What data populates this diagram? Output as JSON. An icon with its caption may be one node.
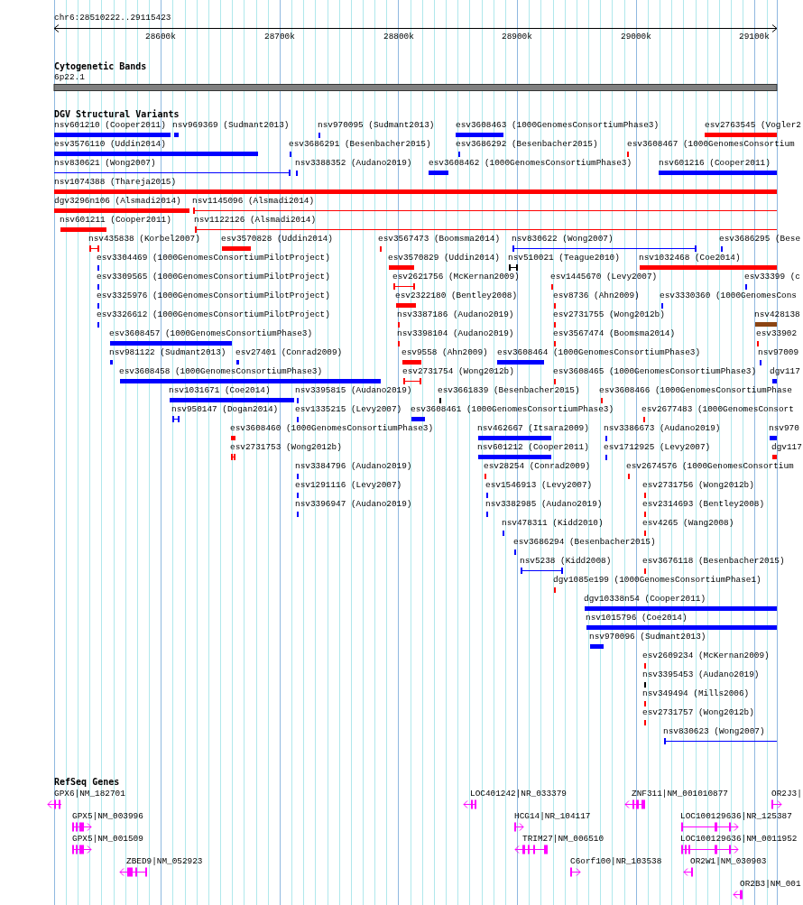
{
  "diagram": {
    "title": "chr6:28510222..29115423",
    "labels": [
      "28600k",
      "28700k",
      "28800k",
      "28900k",
      "29000k",
      "29100k",
      "Cytogenetic Bands",
      "6p22.1",
      "DGV Structural Variants",
      "nsv601210 (Cooper2011)",
      "nsv969369 (Sudmant2013)",
      "nsv970095 (Sudmant2013)",
      "esv3608463 (1000GenomesConsortiumPhase3)",
      "esv2763545 (Vogler2",
      "esv3576110 (Uddin2014)",
      "esv3686291 (Besenbacher2015)",
      "esv3686292 (Besenbacher2015)",
      "esv3608467 (1000GenomesConsortium",
      "nsv830621 (Wong2007)",
      "nsv3388352 (Audano2019)",
      "esv3608462 (1000GenomesConsortiumPhase3)",
      "nsv601216 (Cooper2011)",
      "nsv1074388 (Thareja2015)",
      "dgv3296n106 (Alsmadi2014)",
      "nsv1145096 (Alsmadi2014)",
      "nsv601211 (Cooper2011)",
      "nsv1122126 (Alsmadi2014)",
      "nsv435838 (Korbel2007)",
      "esv3570828 (Uddin2014)",
      "esv3567473 (Boomsma2014)",
      "nsv830622 (Wong2007)",
      "esv3686295 (Bese",
      "esv3304469 (1000GenomesConsortiumPilotProject)",
      "esv3570829 (Uddin2014)",
      "nsv510021 (Teague2010)",
      "nsv1032468 (Coe2014)",
      "esv3309565 (1000GenomesConsortiumPilotProject)",
      "esv2621756 (McKernan2009)",
      "esv1445670 (Levy2007)",
      "esv33399 (c",
      "esv3325976 (1000GenomesConsortiumPilotProject)",
      "esv2322180 (Bentley2008)",
      "esv8736 (Ahn2009)",
      "esv3330360 (1000GenomesCons",
      "esv3326612 (1000GenomesConsortiumPilotProject)",
      "nsv3387186 (Audano2019)",
      "esv2731755 (Wong2012b)",
      "nsv428138",
      "esv3608457 (1000GenomesConsortiumPhase3)",
      "nsv3398104 (Audano2019)",
      "esv3567474 (Boomsma2014)",
      "esv33902",
      "nsv981122 (Sudmant2013)",
      "esv27401 (Conrad2009)",
      "esv9558 (Ahn2009)",
      "esv3608464 (1000GenomesConsortiumPhase3)",
      "nsv97009",
      "esv3608458 (1000GenomesConsortiumPhase3)",
      "esv2731754 (Wong2012b)",
      "esv3608465 (1000GenomesConsortiumPhase3)",
      "dgv117",
      "nsv1031671 (Coe2014)",
      "nsv3395815 (Audano2019)",
      "esv3661839 (Besenbacher2015)",
      "esv3608466 (1000GenomesConsortiumPhase",
      "nsv950147 (Dogan2014)",
      "esv1335215 (Levy2007)",
      "esv3608461 (1000GenomesConsortiumPhase3)",
      "esv2677483 (1000GenomesConsort",
      "esv3608460 (1000GenomesConsortiumPhase3)",
      "nsv462667 (Itsara2009)",
      "nsv3386673 (Audano2019)",
      "nsv970",
      "esv2731753 (Wong2012b)",
      "nsv601212 (Cooper2011)",
      "esv1712925 (Levy2007)",
      "dgv117",
      "nsv3384796 (Audano2019)",
      "esv28254 (Conrad2009)",
      "esv2674576 (1000GenomesConsortium",
      "esv1291116 (Levy2007)",
      "esv1546913 (Levy2007)",
      "esv2731756 (Wong2012b)",
      "nsv3396947 (Audano2019)",
      "nsv3382985 (Audano2019)",
      "esv2314693 (Bentley2008)",
      "nsv478311 (Kidd2010)",
      "esv4265 (Wang2008)",
      "esv3686294 (Besenbacher2015)",
      "nsv5238 (Kidd2008)",
      "esv3676118 (Besenbacher2015)",
      "dgv1085e199 (1000GenomesConsortiumPhase1)",
      "dgv10338n54 (Cooper2011)",
      "nsv1015796 (Coe2014)",
      "nsv970096 (Sudmant2013)",
      "esv2609234 (McKernan2009)",
      "nsv3395453 (Audano2019)",
      "nsv349494 (Mills2006)",
      "esv2731757 (Wong2012b)",
      "nsv830623 (Wong2007)",
      "RefSeq Genes",
      "GPX6|NM_182701",
      "LOC401242|NR_033379",
      "ZNF311|NM_001010877",
      "OR2J3|",
      "GPX5|NM_003996",
      "HCG14|NR_104117",
      "LOC100129636|NR_125387",
      "GPX5|NM_001509",
      "TRIM27|NM_006510",
      "LOC100129636|NM_0011952",
      "ZBED9|NM_052923",
      "C6orf100|NR_103538",
      "OR2W1|NM_030903",
      "OR2B3|NM_001"
    ]
  }
}
